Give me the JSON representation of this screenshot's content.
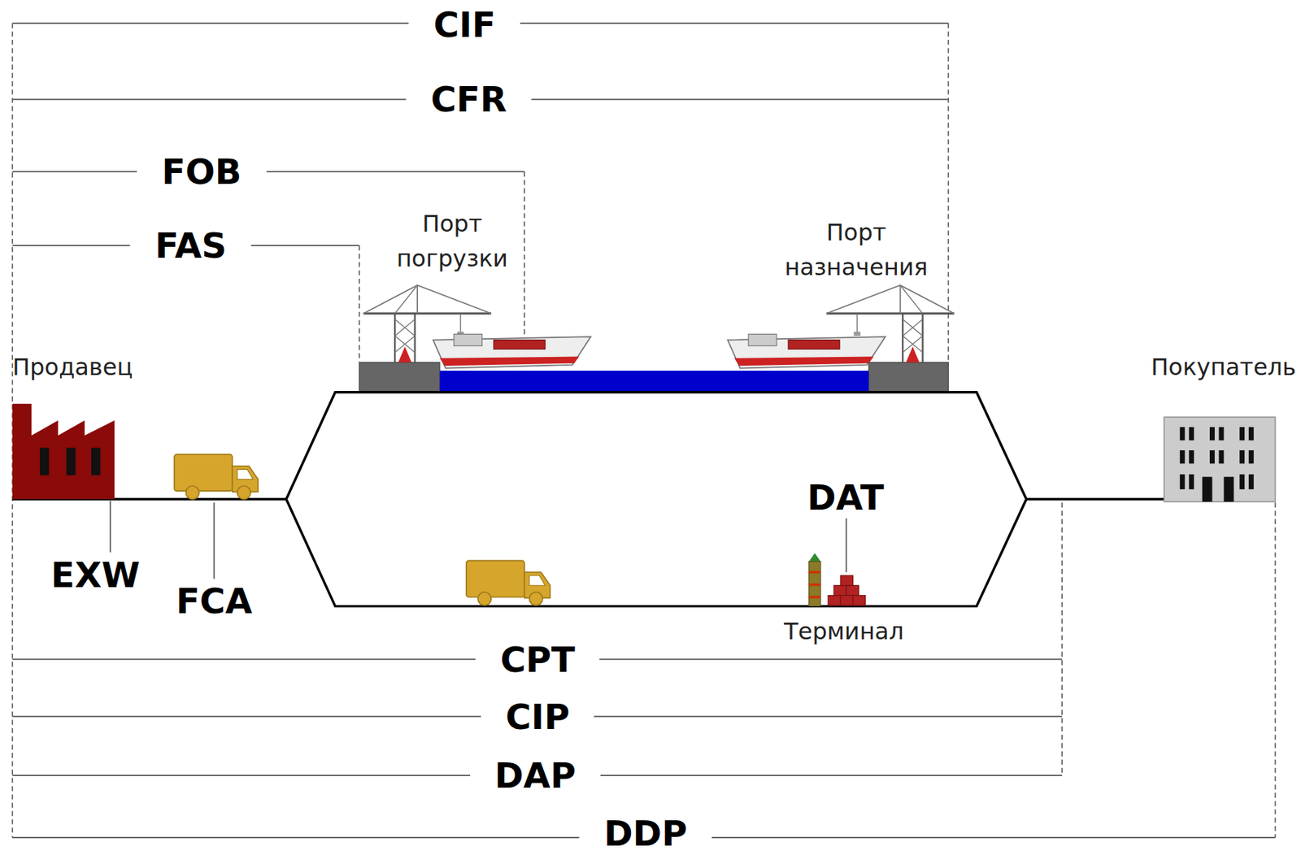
{
  "diagram": {
    "labels": [
      "CIF",
      "CFR",
      "FOB",
      "FAS",
      "Порт погрузки",
      "Порт назначения",
      "Продавец",
      "Покупатель",
      "DAT",
      "EXW",
      "FCA",
      "Терминал",
      "CPT",
      "CIP",
      "DAP",
      "DDP"
    ]
  }
}
